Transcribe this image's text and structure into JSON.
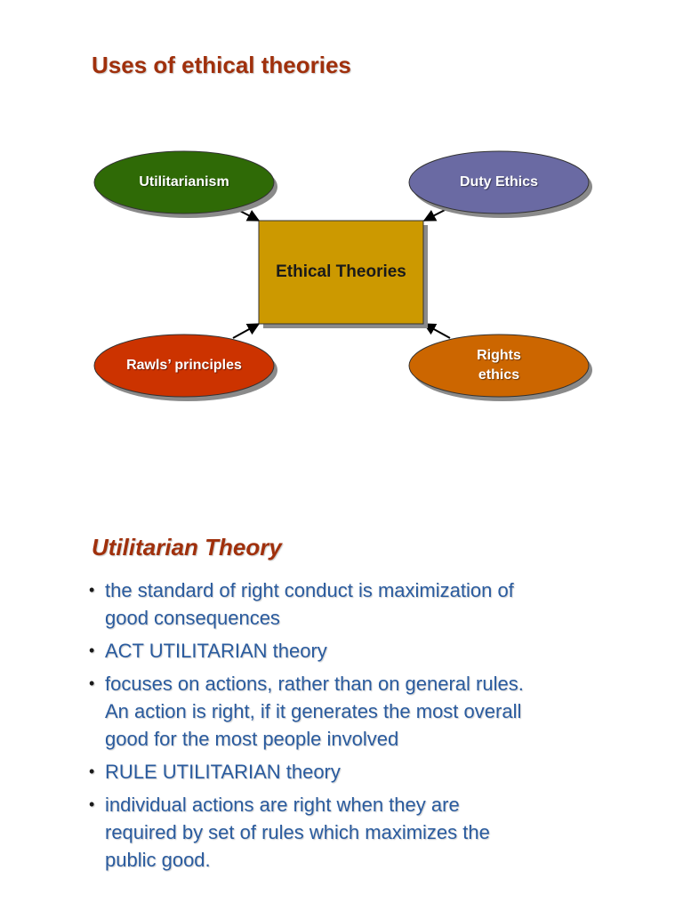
{
  "slide1": {
    "title": "Uses of ethical theories",
    "diagram": {
      "center": "Ethical Theories",
      "nodes": {
        "utilitarianism": "Utilitarianism",
        "duty_ethics": "Duty Ethics",
        "rawls": "Rawls’ principles",
        "rights": [
          "Rights",
          "ethics"
        ]
      },
      "colors": {
        "utilitarianism": "#2f6a06",
        "duty_ethics": "#6a6aa3",
        "rawls": "#cc3300",
        "rights": "#cc6600",
        "center": "#cc9900"
      }
    }
  },
  "slide2": {
    "title": "Utilitarian Theory",
    "bullets": [
      [
        "the standard of right conduct is maximization of",
        "good consequences"
      ],
      [
        "ACT UTILITARIAN theory"
      ],
      [
        "focuses on actions, rather than on general rules.",
        "An action is right, if it generates the most overall",
        "good for the most people involved"
      ],
      [
        "RULE UTILITARIAN theory"
      ],
      [
        "individual actions are right when they are",
        "required by set of rules which maximizes the",
        "public good."
      ]
    ]
  }
}
